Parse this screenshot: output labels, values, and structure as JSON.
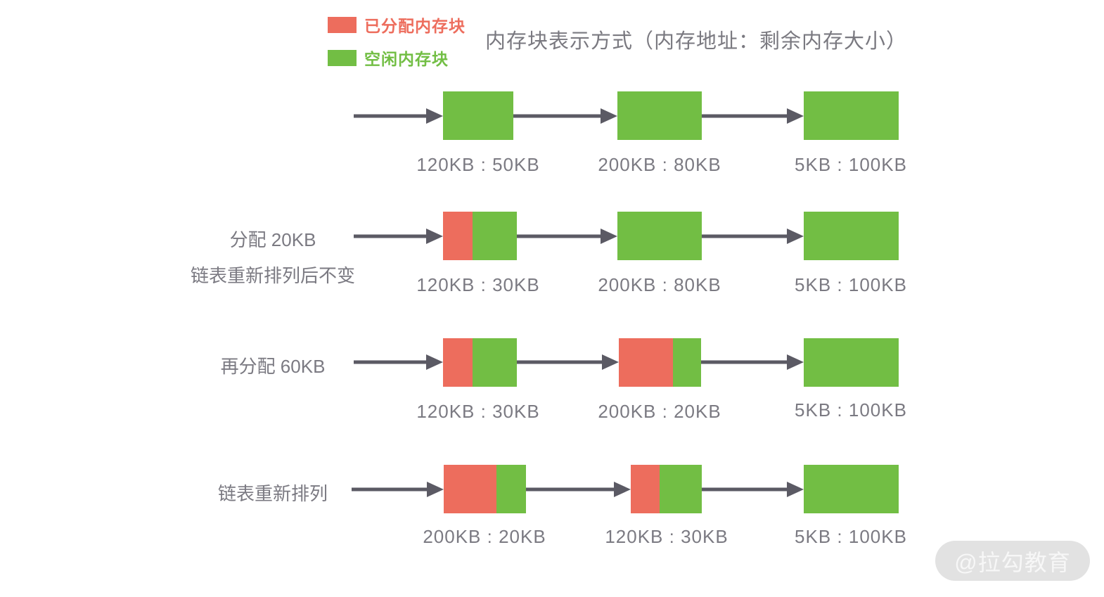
{
  "title": "内存块表示方式（内存地址：剩余内存大小）",
  "legend": {
    "allocated_label": "已分配内存块",
    "free_label": "空闲内存块"
  },
  "colors": {
    "allocated": "#ED6D5D",
    "free": "#72BE44",
    "arrow": "#5B5A64",
    "label": "#7B7A82",
    "title": "#7A7980",
    "watermark_bg": "#E2E2E2",
    "watermark_text": "#F7F7F7"
  },
  "rows": [
    {
      "label_lines": [],
      "blocks": [
        {
          "caption": "120KB : 50KB",
          "allocated_pct": 0
        },
        {
          "caption": "200KB : 80KB",
          "allocated_pct": 0
        },
        {
          "caption": "5KB : 100KB",
          "allocated_pct": 0
        }
      ]
    },
    {
      "label_lines": [
        "分配 20KB",
        "链表重新排列后不变"
      ],
      "blocks": [
        {
          "caption": "120KB : 30KB",
          "allocated_pct": 40
        },
        {
          "caption": "200KB : 80KB",
          "allocated_pct": 0
        },
        {
          "caption": "5KB : 100KB",
          "allocated_pct": 0
        }
      ]
    },
    {
      "label_lines": [
        "再分配 60KB"
      ],
      "blocks": [
        {
          "caption": "120KB : 30KB",
          "allocated_pct": 40
        },
        {
          "caption": "200KB : 20KB",
          "allocated_pct": 66
        },
        {
          "caption": "5KB : 100KB",
          "allocated_pct": 0
        }
      ]
    },
    {
      "label_lines": [
        "链表重新排列"
      ],
      "blocks": [
        {
          "caption": "200KB : 20KB",
          "allocated_pct": 64
        },
        {
          "caption": "120KB : 30KB",
          "allocated_pct": 41
        },
        {
          "caption": "5KB : 100KB",
          "allocated_pct": 0
        }
      ]
    }
  ],
  "watermark": "@拉勾教育"
}
